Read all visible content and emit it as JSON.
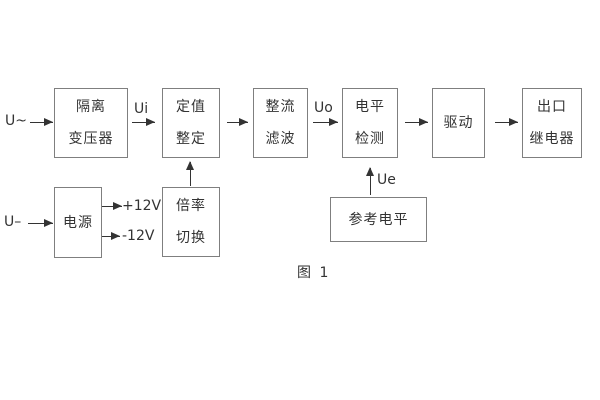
{
  "figure": {
    "caption": "图 1"
  },
  "blocks": {
    "isolation_transformer": {
      "line1": "隔离",
      "line2": "变压器"
    },
    "setpoint_adjust": {
      "line1": "定值",
      "line2": "整定"
    },
    "rectifier_filter": {
      "line1": "整流",
      "line2": "滤波"
    },
    "level_detection": {
      "line1": "电平",
      "line2": "检测"
    },
    "driver": {
      "label": "驱动"
    },
    "output_relay": {
      "line1": "出口",
      "line2": "继电器"
    },
    "power_supply": {
      "label": "电源"
    },
    "ratio_switch": {
      "line1": "倍率",
      "line2": "切换"
    },
    "reference_level": {
      "label": "参考电平"
    }
  },
  "signals": {
    "ac_input": "U~",
    "dc_input": "U–",
    "ui": "Ui",
    "uo": "Uo",
    "ue": "Ue",
    "plus_12v": "+12V",
    "minus_12v": "-12V"
  },
  "colors": {
    "background": "#ffffff",
    "box_border": "#7f7f7f",
    "line": "#333333",
    "text": "#333333"
  }
}
